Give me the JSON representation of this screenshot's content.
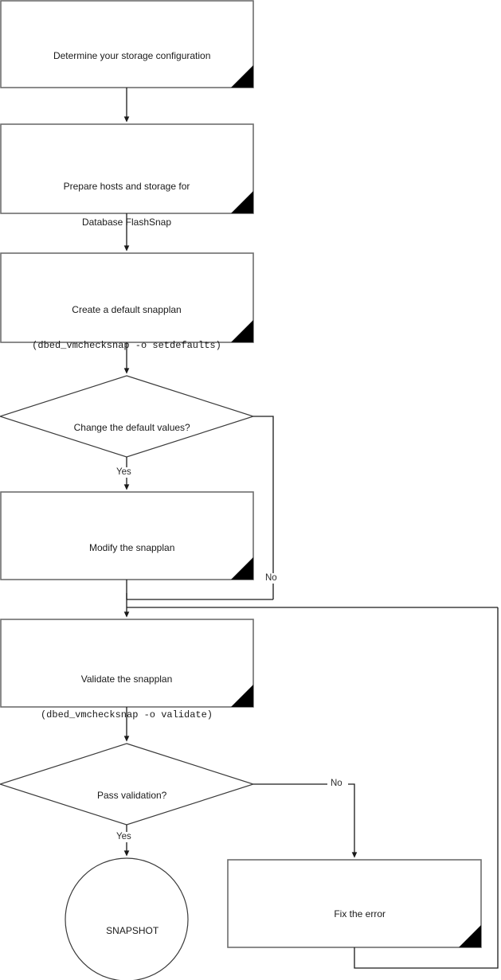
{
  "diagram": {
    "type": "flowchart",
    "title": "Database FlashSnap snapplan workflow",
    "colors": {
      "background": "#ffffff",
      "box_border": "#6e6e6e",
      "diamond_border": "#3b3b3b",
      "circle_border": "#3b3b3b",
      "connector": "#2b2b2b",
      "corner_fold": "#000000",
      "text": "#1a1a1a"
    },
    "nodes": [
      {
        "id": "determine-storage",
        "shape": "process",
        "line1": "Determine your storage configuration",
        "line2": "",
        "has_corner_fold": true
      },
      {
        "id": "prepare-hosts",
        "shape": "process",
        "line1": "Prepare hosts and storage for",
        "line2": "Database FlashSnap",
        "has_corner_fold": true
      },
      {
        "id": "create-snapplan",
        "shape": "process",
        "line1": "Create a default snapplan",
        "line2": "(dbed_vmchecksnap -o setdefaults)",
        "mono_line": 2,
        "has_corner_fold": true
      },
      {
        "id": "change-defaults",
        "shape": "decision",
        "line1": "Change the default values?",
        "line2": "",
        "has_corner_fold": false
      },
      {
        "id": "modify-snapplan",
        "shape": "process",
        "line1": "Modify the snapplan",
        "line2": "",
        "has_corner_fold": true
      },
      {
        "id": "validate-snapplan",
        "shape": "process",
        "line1": "Validate the snapplan",
        "line2": "(dbed_vmchecksnap -o validate)",
        "mono_line": 2,
        "has_corner_fold": true
      },
      {
        "id": "pass-validation",
        "shape": "decision",
        "line1": "Pass validation?",
        "line2": "",
        "has_corner_fold": false
      },
      {
        "id": "snapshot",
        "shape": "terminator-circle",
        "line1": "SNAPSHOT",
        "line2": "",
        "has_corner_fold": false
      },
      {
        "id": "fix-error",
        "shape": "process",
        "line1": "Fix the error",
        "line2": "",
        "has_corner_fold": true
      }
    ],
    "edge_labels": [
      {
        "id": "change-defaults-yes",
        "text": "Yes"
      },
      {
        "id": "change-defaults-no",
        "text": "No"
      },
      {
        "id": "pass-validation-no",
        "text": "No"
      },
      {
        "id": "pass-validation-yes",
        "text": "Yes"
      }
    ]
  }
}
